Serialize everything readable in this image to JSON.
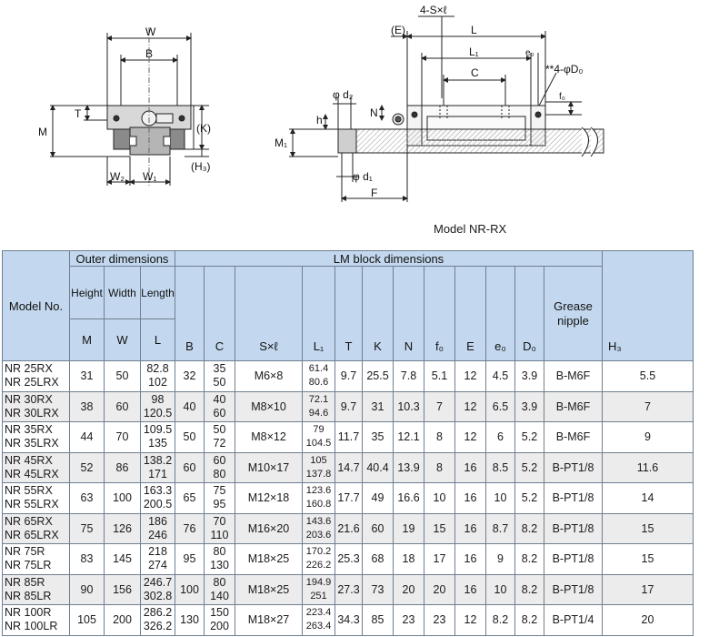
{
  "drawing": {
    "left_labels": {
      "W": "W",
      "B": "B",
      "T": "T",
      "M": "M",
      "K": "(K)",
      "H3": "(H₃)",
      "W2": "W₂",
      "W1": "W₁"
    },
    "right_labels": {
      "SxL": "4-S×ℓ",
      "E": "(E)",
      "L": "L",
      "L1": "L₁",
      "e0": "e₀",
      "C": "C",
      "D0": "**4-φD₀",
      "f0": "f₀",
      "d2": "φ d₂",
      "h": "h",
      "N": "N",
      "M1": "M₁",
      "d1": "φ d₁",
      "F": "F"
    },
    "caption": "Model NR-RX"
  },
  "table": {
    "header": {
      "model_no": "Model No.",
      "outer_dimensions": "Outer dimensions",
      "lm_block_dimensions": "LM block dimensions",
      "height": "Height",
      "width": "Width",
      "length": "Length",
      "grease_nipple": "Grease nipple",
      "sym": {
        "M": "M",
        "W": "W",
        "L": "L",
        "B": "B",
        "C": "C",
        "SxL": "S×ℓ",
        "L1": "L₁",
        "T": "T",
        "K": "K",
        "N": "N",
        "f0": "f₀",
        "E": "E",
        "e0": "e₀",
        "D0": "D₀",
        "H3": "H₃"
      }
    },
    "rows": [
      {
        "model": [
          "NR 25RX",
          "NR 25LRX"
        ],
        "M": "31",
        "W": "50",
        "L": [
          "82.8",
          "102"
        ],
        "B": "32",
        "C": [
          "35",
          "50"
        ],
        "SxL": "M6×8",
        "L1": [
          "61.4",
          "80.6"
        ],
        "T": "9.7",
        "K": "25.5",
        "N": "7.8",
        "f0": "5.1",
        "E": "12",
        "e0": "4.5",
        "D0": "3.9",
        "nipple": "B-M6F",
        "H3": "5.5"
      },
      {
        "model": [
          "NR 30RX",
          "NR 30LRX"
        ],
        "M": "38",
        "W": "60",
        "L": [
          "98",
          "120.5"
        ],
        "B": "40",
        "C": [
          "40",
          "60"
        ],
        "SxL": "M8×10",
        "L1": [
          "72.1",
          "94.6"
        ],
        "T": "9.7",
        "K": "31",
        "N": "10.3",
        "f0": "7",
        "E": "12",
        "e0": "6.5",
        "D0": "3.9",
        "nipple": "B-M6F",
        "H3": "7"
      },
      {
        "model": [
          "NR 35RX",
          "NR 35LRX"
        ],
        "M": "44",
        "W": "70",
        "L": [
          "109.5",
          "135"
        ],
        "B": "50",
        "C": [
          "50",
          "72"
        ],
        "SxL": "M8×12",
        "L1": [
          "79",
          "104.5"
        ],
        "T": "11.7",
        "K": "35",
        "N": "12.1",
        "f0": "8",
        "E": "12",
        "e0": "6",
        "D0": "5.2",
        "nipple": "B-M6F",
        "H3": "9"
      },
      {
        "model": [
          "NR 45RX",
          "NR 45LRX"
        ],
        "M": "52",
        "W": "86",
        "L": [
          "138.2",
          "171"
        ],
        "B": "60",
        "C": [
          "60",
          "80"
        ],
        "SxL": "M10×17",
        "L1": [
          "105",
          "137.8"
        ],
        "T": "14.7",
        "K": "40.4",
        "N": "13.9",
        "f0": "8",
        "E": "16",
        "e0": "8.5",
        "D0": "5.2",
        "nipple": "B-PT1/8",
        "H3": "11.6"
      },
      {
        "model": [
          "NR 55RX",
          "NR 55LRX"
        ],
        "M": "63",
        "W": "100",
        "L": [
          "163.3",
          "200.5"
        ],
        "B": "65",
        "C": [
          "75",
          "95"
        ],
        "SxL": "M12×18",
        "L1": [
          "123.6",
          "160.8"
        ],
        "T": "17.7",
        "K": "49",
        "N": "16.6",
        "f0": "10",
        "E": "16",
        "e0": "10",
        "D0": "5.2",
        "nipple": "B-PT1/8",
        "H3": "14"
      },
      {
        "model": [
          "NR 65RX",
          "NR 65LRX"
        ],
        "M": "75",
        "W": "126",
        "L": [
          "186",
          "246"
        ],
        "B": "76",
        "C": [
          "70",
          "110"
        ],
        "SxL": "M16×20",
        "L1": [
          "143.6",
          "203.6"
        ],
        "T": "21.6",
        "K": "60",
        "N": "19",
        "f0": "15",
        "E": "16",
        "e0": "8.7",
        "D0": "8.2",
        "nipple": "B-PT1/8",
        "H3": "15"
      },
      {
        "model": [
          "NR 75R",
          "NR 75LR"
        ],
        "M": "83",
        "W": "145",
        "L": [
          "218",
          "274"
        ],
        "B": "95",
        "C": [
          "80",
          "130"
        ],
        "SxL": "M18×25",
        "L1": [
          "170.2",
          "226.2"
        ],
        "T": "25.3",
        "K": "68",
        "N": "18",
        "f0": "17",
        "E": "16",
        "e0": "9",
        "D0": "8.2",
        "nipple": "B-PT1/8",
        "H3": "15"
      },
      {
        "model": [
          "NR 85R",
          "NR 85LR"
        ],
        "M": "90",
        "W": "156",
        "L": [
          "246.7",
          "302.8"
        ],
        "B": "100",
        "C": [
          "80",
          "140"
        ],
        "SxL": "M18×25",
        "L1": [
          "194.9",
          "251"
        ],
        "T": "27.3",
        "K": "73",
        "N": "20",
        "f0": "20",
        "E": "16",
        "e0": "10",
        "D0": "8.2",
        "nipple": "B-PT1/8",
        "H3": "17"
      },
      {
        "model": [
          "NR 100R",
          "NR 100LR"
        ],
        "M": "105",
        "W": "200",
        "L": [
          "286.2",
          "326.2"
        ],
        "B": "130",
        "C": [
          "150",
          "200"
        ],
        "SxL": "M18×27",
        "L1": [
          "223.4",
          "263.4"
        ],
        "T": "34.3",
        "K": "85",
        "N": "23",
        "f0": "23",
        "E": "12",
        "e0": "8.2",
        "D0": "8.2",
        "nipple": "B-PT1/4",
        "H3": "20"
      }
    ]
  }
}
